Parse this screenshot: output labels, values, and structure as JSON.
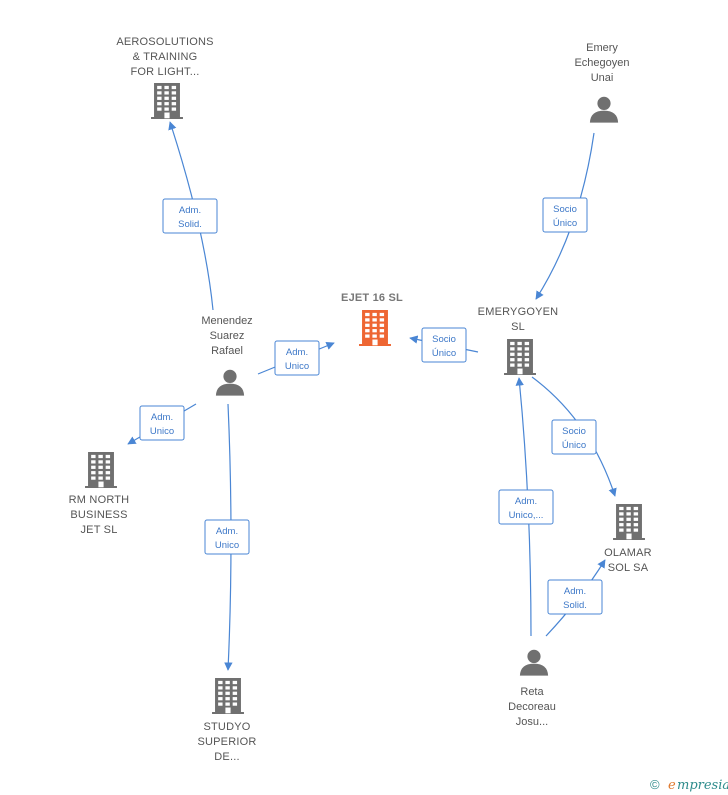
{
  "nodes": [
    {
      "id": "ejet",
      "type": "company",
      "focal": true,
      "lines": [
        "EJET 16  SL"
      ]
    },
    {
      "id": "aero",
      "type": "company",
      "lines": [
        "AEROSOLUTIONS",
        "& TRAINING",
        "FOR LIGHT..."
      ]
    },
    {
      "id": "emery",
      "type": "person",
      "lines": [
        "Emery",
        "Echegoyen",
        "Unai"
      ]
    },
    {
      "id": "menendez",
      "type": "person",
      "lines": [
        "Menendez",
        "Suarez",
        "Rafael"
      ]
    },
    {
      "id": "emerygoyen",
      "type": "company",
      "lines": [
        "EMERYGOYEN",
        "SL"
      ]
    },
    {
      "id": "rmnorth",
      "type": "company",
      "lines": [
        "RM NORTH",
        "BUSINESS",
        "JET SL"
      ]
    },
    {
      "id": "olamar",
      "type": "company",
      "lines": [
        "OLAMAR",
        "SOL SA"
      ]
    },
    {
      "id": "studyo",
      "type": "company",
      "lines": [
        "STUDYO",
        "SUPERIOR",
        "DE..."
      ]
    },
    {
      "id": "reta",
      "type": "person",
      "lines": [
        "Reta",
        "Decoreau",
        "Josu..."
      ]
    }
  ],
  "edges": [
    {
      "from": "menendez",
      "to": "aero",
      "label": [
        "Adm.",
        "Solid."
      ]
    },
    {
      "from": "emery",
      "to": "emerygoyen",
      "label": [
        "Socio",
        "Único"
      ]
    },
    {
      "from": "menendez",
      "to": "ejet",
      "label": [
        "Adm.",
        "Unico"
      ]
    },
    {
      "from": "emerygoyen",
      "to": "ejet",
      "label": [
        "Socio",
        "Único"
      ]
    },
    {
      "from": "menendez",
      "to": "rmnorth",
      "label": [
        "Adm.",
        "Unico"
      ]
    },
    {
      "from": "menendez",
      "to": "studyo",
      "label": [
        "Adm.",
        "Unico"
      ]
    },
    {
      "from": "emerygoyen",
      "to": "olamar",
      "label": [
        "Socio",
        "Único"
      ]
    },
    {
      "from": "reta",
      "to": "emerygoyen",
      "label": [
        "Adm.",
        "Unico,..."
      ]
    },
    {
      "from": "reta",
      "to": "olamar",
      "label": [
        "Adm.",
        "Solid."
      ]
    }
  ],
  "watermark": {
    "symbol": "©",
    "text": "mpresia",
    "initial": "e"
  },
  "colors": {
    "edge": "#4a86d4",
    "focal_company": "#ee6633",
    "company": "#707070",
    "person": "#707070"
  },
  "icons": {
    "company": "building-icon",
    "person": "person-icon"
  }
}
